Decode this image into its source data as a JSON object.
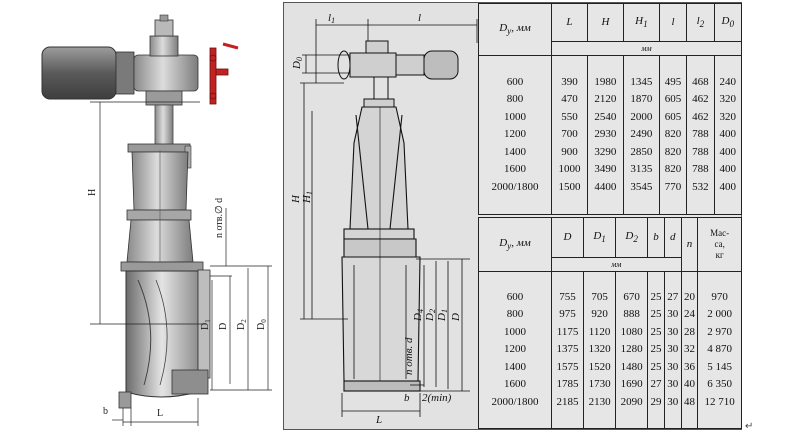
{
  "left_drawing": {
    "labels": {
      "H": "H",
      "bolt_holes": "n отв.∅ d",
      "D1": "D",
      "D1_sub": "1",
      "D": "D",
      "D2": "D",
      "D2_sub": "2",
      "D0": "D",
      "D0_sub": "0",
      "b": "b",
      "L": "L"
    }
  },
  "scan_drawing": {
    "labels": {
      "l1": "l",
      "l1_sub": "1",
      "l": "l",
      "D0": "D",
      "D0_sub": "0",
      "H": "H",
      "H1": "H",
      "H1_sub": "1",
      "D4": "D",
      "D4_sub": "4",
      "D2": "D",
      "D2_sub": "2",
      "D1": "D",
      "D1_sub": "1",
      "D": "D",
      "bolt_holes": "n отв. d",
      "b": "b",
      "clearance": "2(min)",
      "L": "L"
    }
  },
  "table_top": {
    "dy_label": "D",
    "dy_sub": "у",
    "dy_unit": ", мм",
    "headers": [
      "L",
      "H",
      "H1",
      "l",
      "l2",
      "D0"
    ],
    "header_subs": [
      "",
      "",
      "1",
      "",
      "2",
      "0"
    ],
    "unit": "мм",
    "rows": [
      [
        "600",
        "390",
        "1980",
        "1345",
        "495",
        "468",
        "240"
      ],
      [
        "800",
        "470",
        "2120",
        "1870",
        "605",
        "462",
        "320"
      ],
      [
        "1000",
        "550",
        "2540",
        "2000",
        "605",
        "462",
        "320"
      ],
      [
        "1200",
        "700",
        "2930",
        "2490",
        "820",
        "788",
        "400"
      ],
      [
        "1400",
        "900",
        "3290",
        "2850",
        "820",
        "788",
        "400"
      ],
      [
        "1600",
        "1000",
        "3490",
        "3135",
        "820",
        "788",
        "400"
      ],
      [
        "2000/1800",
        "1500",
        "4400",
        "3545",
        "770",
        "532",
        "400"
      ]
    ]
  },
  "table_bottom": {
    "dy_label": "D",
    "dy_sub": "у",
    "dy_unit": ", мм",
    "headers": [
      "D",
      "D1",
      "D2",
      "b",
      "d"
    ],
    "header_subs": [
      "",
      "1",
      "2",
      "",
      ""
    ],
    "n_header": "n",
    "mass_header_line1": "Мас-",
    "mass_header_line2": "са,",
    "mass_header_line3": "кг",
    "unit": "мм",
    "rows": [
      [
        "600",
        "755",
        "705",
        "670",
        "25",
        "27",
        "20",
        "970"
      ],
      [
        "800",
        "975",
        "920",
        "888",
        "25",
        "30",
        "24",
        "2 000"
      ],
      [
        "1000",
        "1175",
        "1120",
        "1080",
        "25",
        "30",
        "28",
        "2 970"
      ],
      [
        "1200",
        "1375",
        "1320",
        "1280",
        "25",
        "30",
        "32",
        "4 870"
      ],
      [
        "1400",
        "1575",
        "1520",
        "1480",
        "25",
        "30",
        "36",
        "5 145"
      ],
      [
        "1600",
        "1785",
        "1730",
        "1690",
        "27",
        "30",
        "40",
        "6 350"
      ],
      [
        "2000/1800",
        "2185",
        "2130",
        "2090",
        "29",
        "30",
        "48",
        "12 710"
      ]
    ]
  },
  "end_mark": "↵"
}
